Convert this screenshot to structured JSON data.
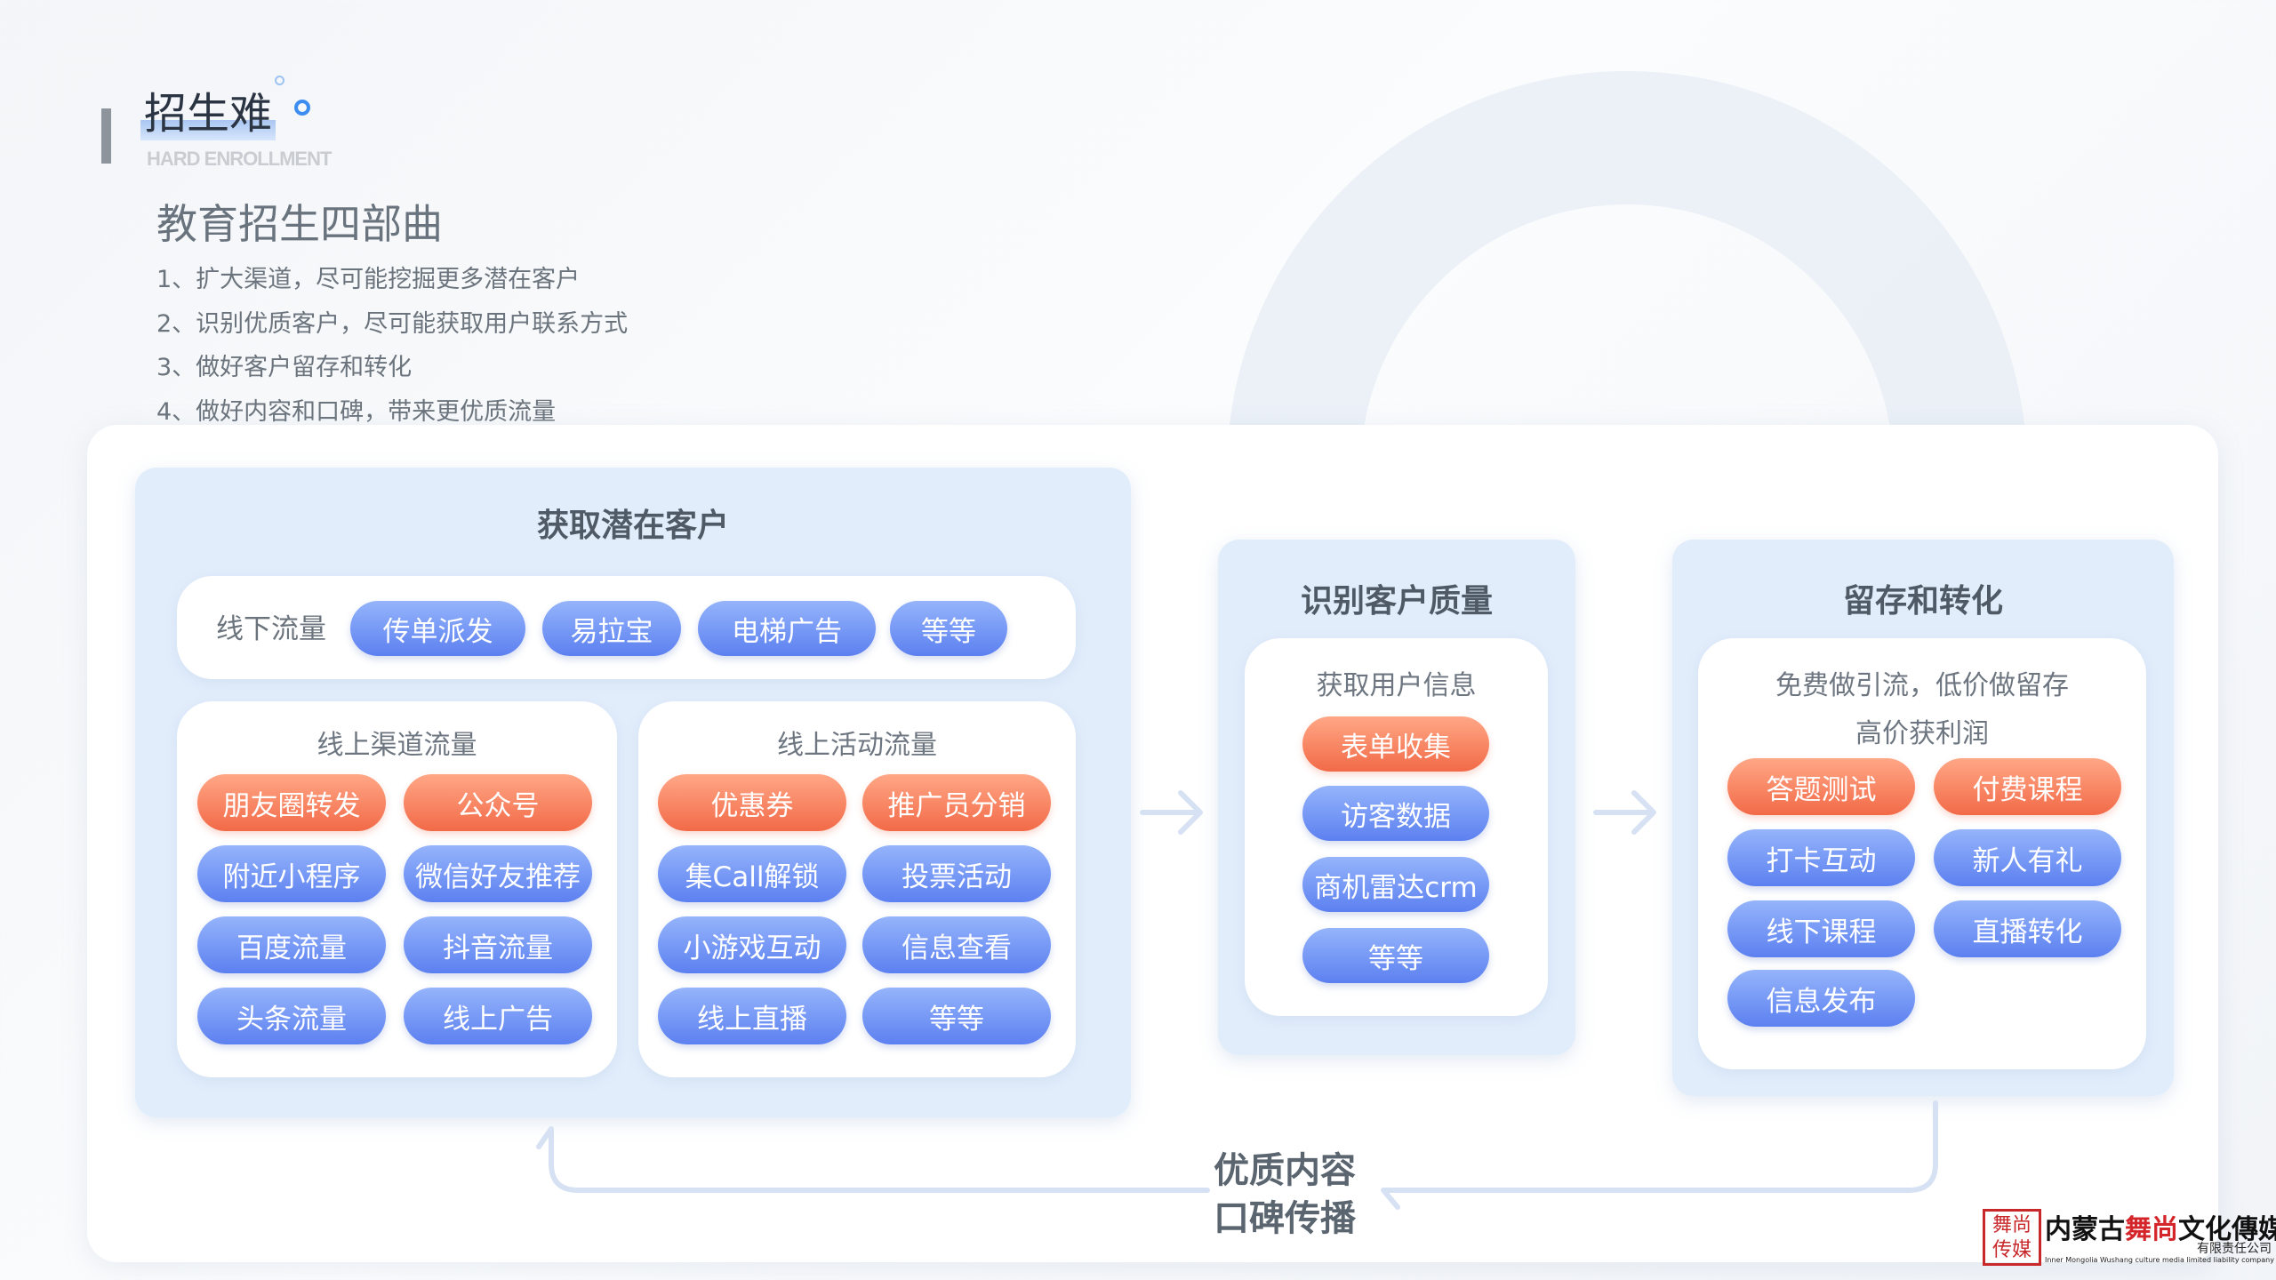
{
  "header": {
    "title": "招生难",
    "subtitle_en": "HARD ENROLLMENT",
    "heading": "教育招生四部曲",
    "points": [
      "1、扩大渠道，尽可能挖掘更多潜在客户",
      "2、识别优质客户，尽可能获取用户联系方式",
      "3、做好客户留存和转化",
      "4、做好内容和口碑，带来更优质流量"
    ]
  },
  "colors": {
    "blue_pill": "#6f8ff4",
    "orange_pill": "#f5835f",
    "panel": "#e2edfb"
  },
  "acquire": {
    "title": "获取潜在客户",
    "offline": {
      "label": "线下流量",
      "items": [
        "传单派发",
        "易拉宝",
        "电梯广告",
        "等等"
      ]
    },
    "online_channel": {
      "title": "线上渠道流量",
      "items": [
        {
          "label": "朋友圈转发",
          "color": "orange"
        },
        {
          "label": "公众号",
          "color": "orange"
        },
        {
          "label": "附近小程序",
          "color": "blue"
        },
        {
          "label": "微信好友推荐",
          "color": "blue"
        },
        {
          "label": "百度流量",
          "color": "blue"
        },
        {
          "label": "抖音流量",
          "color": "blue"
        },
        {
          "label": "头条流量",
          "color": "blue"
        },
        {
          "label": "线上广告",
          "color": "blue"
        }
      ]
    },
    "online_activity": {
      "title": "线上活动流量",
      "items": [
        {
          "label": "优惠券",
          "color": "orange"
        },
        {
          "label": "推广员分销",
          "color": "orange"
        },
        {
          "label": "集Call解锁",
          "color": "blue"
        },
        {
          "label": "投票活动",
          "color": "blue"
        },
        {
          "label": "小游戏互动",
          "color": "blue"
        },
        {
          "label": "信息查看",
          "color": "blue"
        },
        {
          "label": "线上直播",
          "color": "blue"
        },
        {
          "label": "等等",
          "color": "blue"
        }
      ]
    }
  },
  "identify": {
    "title": "识别客户质量",
    "subtitle": "获取用户信息",
    "items": [
      {
        "label": "表单收集",
        "color": "orange"
      },
      {
        "label": "访客数据",
        "color": "blue"
      },
      {
        "label": "商机雷达crm",
        "color": "blue"
      },
      {
        "label": "等等",
        "color": "blue"
      }
    ]
  },
  "retain": {
    "title": "留存和转化",
    "line1": "免费做引流，低价做留存",
    "line2": "高价获利润",
    "items": [
      {
        "label": "答题测试",
        "color": "orange"
      },
      {
        "label": "付费课程",
        "color": "orange"
      },
      {
        "label": "打卡互动",
        "color": "blue"
      },
      {
        "label": "新人有礼",
        "color": "blue"
      },
      {
        "label": "线下课程",
        "color": "blue"
      },
      {
        "label": "直播转化",
        "color": "blue"
      },
      {
        "label": "信息发布",
        "color": "blue"
      }
    ]
  },
  "loop": {
    "line1": "优质内容",
    "line2": "口碑传播"
  },
  "logo": {
    "seal": "舞尚传媒",
    "name_a": "内蒙古",
    "name_b": "舞尚",
    "name_c": "文化傳媒",
    "suffix": "有限责任公司",
    "english": "Inner Mongolia Wushang culture media limited liability company"
  }
}
